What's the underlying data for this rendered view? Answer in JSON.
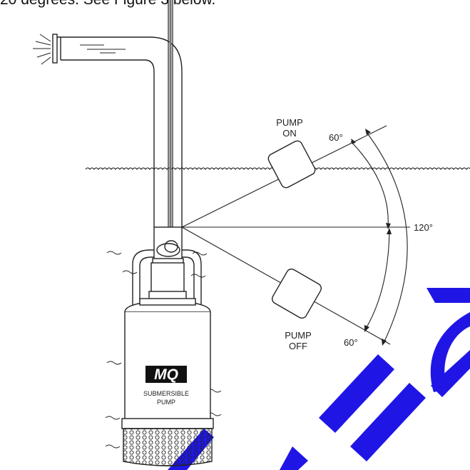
{
  "header": {
    "text": "20 degrees. See Figure 3 below."
  },
  "labels": {
    "pump_on_line1": "PUMP",
    "pump_on_line2": "ON",
    "pump_off_line1": "PUMP",
    "pump_off_line2": "OFF",
    "angle_top": "60°",
    "angle_bottom": "60°",
    "angle_total": "120°"
  },
  "pump_label": {
    "logo": "MQ",
    "line1": "SUBMERSIBLE",
    "line2": "PUMP"
  },
  "colors": {
    "line": "#222222",
    "watermark": "#1f16e6"
  }
}
